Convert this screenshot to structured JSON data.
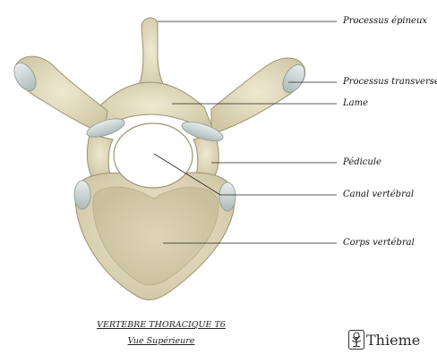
{
  "labels": {
    "processus_epineux": "Processus épineux",
    "processus_transverse": "Processus transverse",
    "lame": "Lame",
    "pedicule": "Pédicule",
    "canal_vertebral": "Canal vertébral",
    "corps_vertebral": "Corps vertébral"
  },
  "caption": {
    "title": "VERTEBRE THORACIQUE T6",
    "subtitle": "Vue Supérieure"
  },
  "brand": {
    "name": "Thieme",
    "icon": "tree-logo"
  },
  "colors": {
    "bone": "#e6dfc4",
    "bone_shadow": "#b8ae8a",
    "body_inner": "#d6cfaf",
    "cartilage": "#cfd8d6",
    "leader_line": "#222222"
  }
}
